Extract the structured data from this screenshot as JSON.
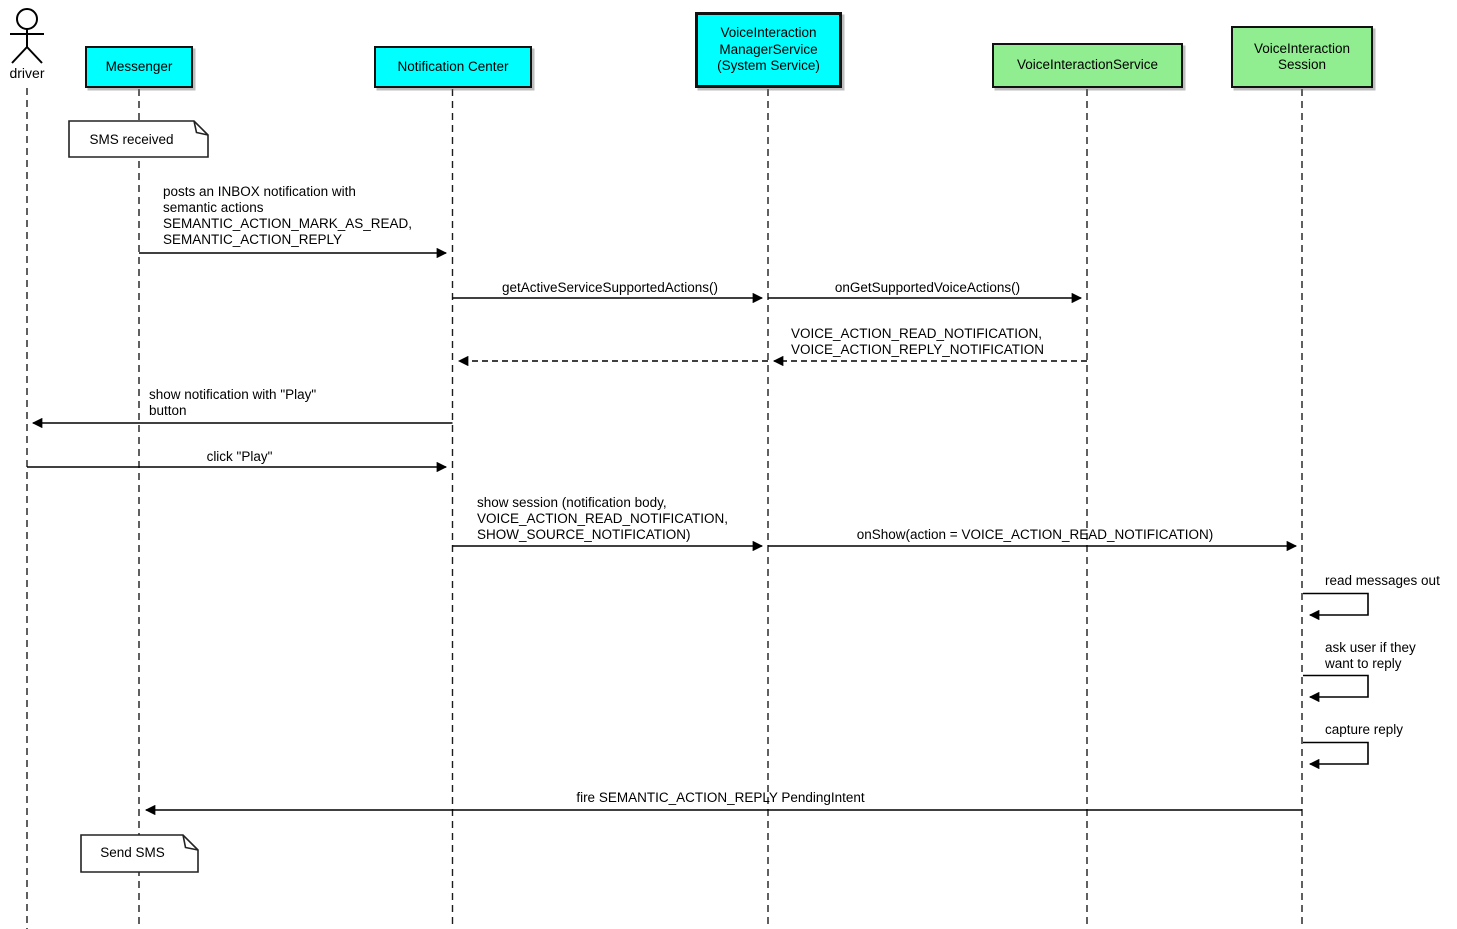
{
  "diagram_type": "uml-sequence",
  "colors": {
    "participant_cyan": "#00ffff",
    "participant_green": "#90ee90",
    "line": "#000000",
    "note_fill": "#ffffff",
    "background": "#ffffff"
  },
  "actor": {
    "label": "driver"
  },
  "participants": {
    "messenger": {
      "label": "Messenger",
      "color": "#00ffff"
    },
    "notification_center": {
      "label": "Notification Center",
      "color": "#00ffff"
    },
    "manager_service": {
      "label": [
        "VoiceInteraction",
        "ManagerService",
        "(System Service)"
      ],
      "color": "#00ffff"
    },
    "voice_interaction_service": {
      "label": "VoiceInteractionService",
      "color": "#90ee90"
    },
    "voice_interaction_session": {
      "label": [
        "VoiceInteraction",
        "Session"
      ],
      "color": "#90ee90"
    }
  },
  "notes": {
    "sms_received": {
      "attached_to": "Messenger",
      "text": "SMS received"
    },
    "send_sms": {
      "attached_to": "Messenger",
      "text": "Send SMS"
    }
  },
  "messages": {
    "post_inbox": {
      "from": "Messenger",
      "to": "Notification Center",
      "style": "solid",
      "lines": [
        "posts an INBOX notification with",
        "semantic actions",
        "SEMANTIC_ACTION_MARK_AS_READ,",
        "SEMANTIC_ACTION_REPLY"
      ]
    },
    "get_active_service_supported_actions": {
      "from": "Notification Center",
      "to": "VoiceInteraction ManagerService (System Service)",
      "style": "solid",
      "lines": [
        "getActiveServiceSupportedActions()"
      ]
    },
    "on_get_supported_voice_actions": {
      "from": "VoiceInteraction ManagerService (System Service)",
      "to": "VoiceInteractionService",
      "style": "solid",
      "lines": [
        "onGetSupportedVoiceActions()"
      ]
    },
    "return_supported_actions": {
      "from": "VoiceInteractionService",
      "to": "Notification Center",
      "style": "dashed",
      "lines": [
        "VOICE_ACTION_READ_NOTIFICATION,",
        "VOICE_ACTION_REPLY_NOTIFICATION"
      ]
    },
    "show_notification": {
      "from": "Notification Center",
      "to": "driver",
      "style": "solid",
      "lines": [
        "show notification with \"Play\"",
        "button"
      ]
    },
    "click_play": {
      "from": "driver",
      "to": "Notification Center",
      "style": "solid",
      "lines": [
        "click \"Play\""
      ]
    },
    "show_session": {
      "from": "Notification Center",
      "to": "VoiceInteraction ManagerService (System Service)",
      "style": "solid",
      "lines": [
        "show session (notification body,",
        "VOICE_ACTION_READ_NOTIFICATION,",
        "SHOW_SOURCE_NOTIFICATION)"
      ]
    },
    "on_show": {
      "from": "VoiceInteraction ManagerService (System Service)",
      "to": "VoiceInteraction Session",
      "style": "solid",
      "lines": [
        "onShow(action = VOICE_ACTION_READ_NOTIFICATION)"
      ]
    },
    "read_messages_out": {
      "from": "VoiceInteraction Session",
      "to": "VoiceInteraction Session",
      "style": "self",
      "lines": [
        "read messages out"
      ]
    },
    "ask_user_reply": {
      "from": "VoiceInteraction Session",
      "to": "VoiceInteraction Session",
      "style": "self",
      "lines": [
        "ask user if they",
        "want to reply"
      ]
    },
    "capture_reply": {
      "from": "VoiceInteraction Session",
      "to": "VoiceInteraction Session",
      "style": "self",
      "lines": [
        "capture reply"
      ]
    },
    "fire_pending_intent": {
      "from": "VoiceInteraction Session",
      "to": "Messenger",
      "style": "solid",
      "lines": [
        "fire SEMANTIC_ACTION_REPLY PendingIntent"
      ]
    }
  }
}
